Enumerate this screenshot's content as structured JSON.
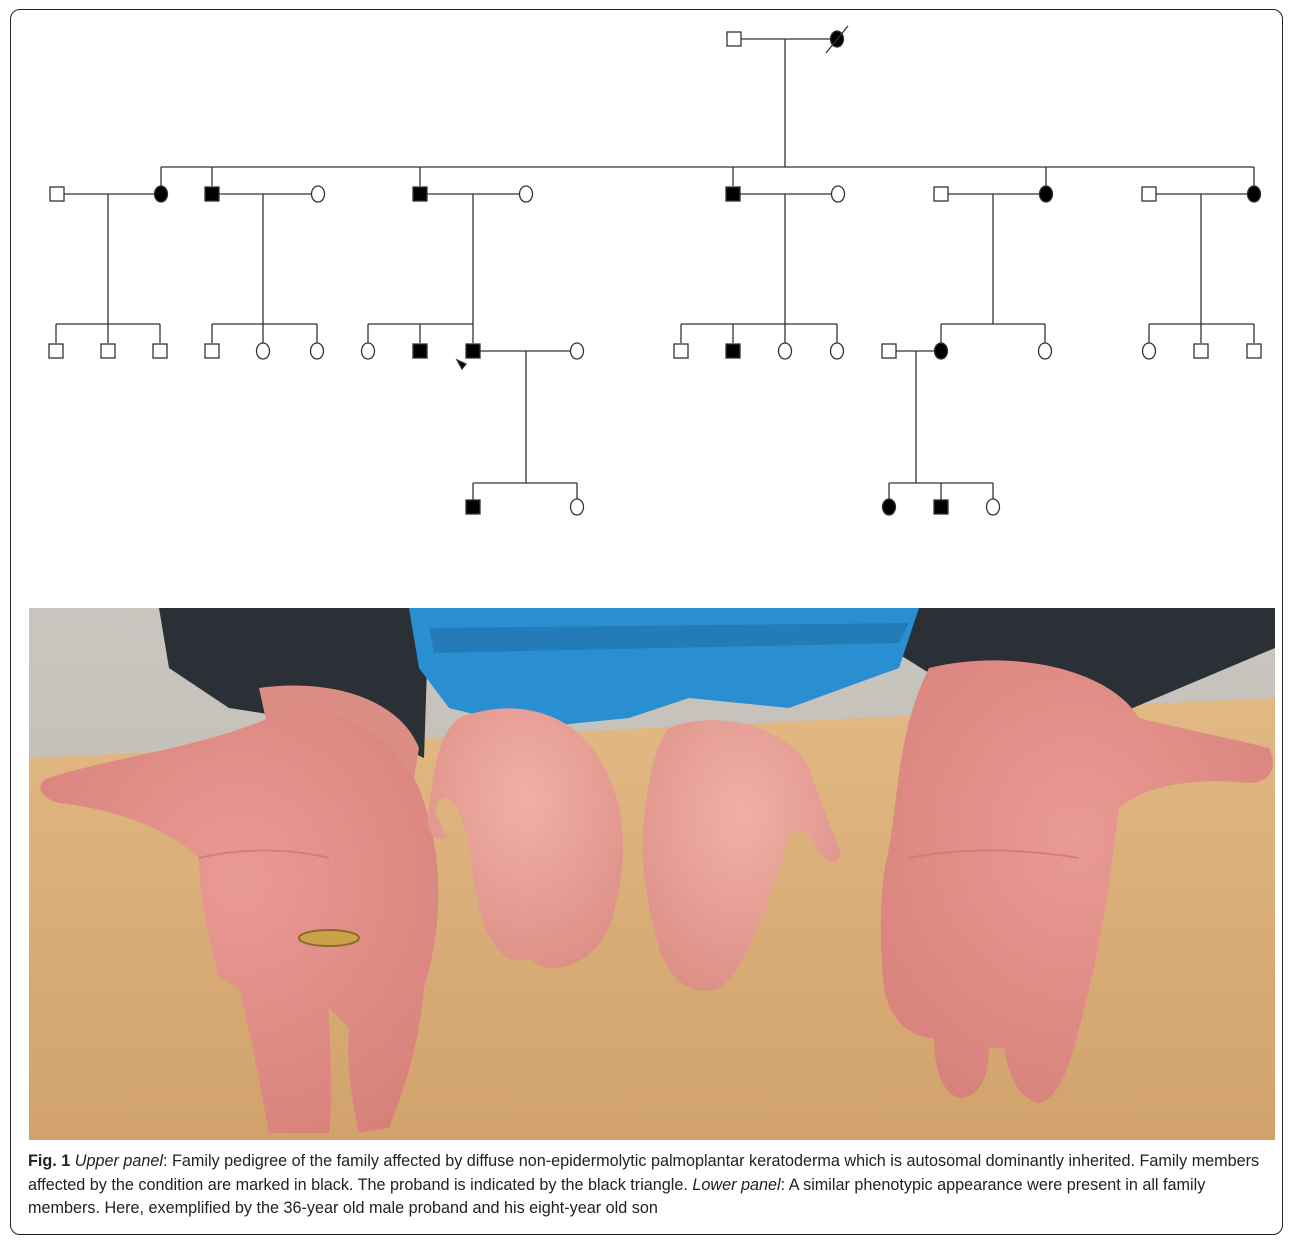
{
  "figure": {
    "label": "Fig. 1",
    "upper_panel_label": "Upper panel",
    "upper_panel_text": ": Family pedigree of the family affected by diffuse non-epidermolytic palmoplantar keratoderma which is autosomal dominantly inherited. Family members affected by the condition are marked in black. The proband is indicated by the black triangle. ",
    "lower_panel_label": "Lower panel",
    "lower_panel_text": ": A similar phenotypic appearance were present in all family members. Here, exemplified by the 36-year old male proband and his eight-year old son"
  },
  "pedigree": {
    "generations": 4,
    "affected_color": "#000000",
    "unaffected_color": "#ffffff",
    "members": [
      {
        "id": "I-1",
        "sex": "male",
        "affected": false
      },
      {
        "id": "I-2",
        "sex": "female",
        "affected": true,
        "deceased": true
      },
      {
        "id": "II-1",
        "sex": "male",
        "affected": false
      },
      {
        "id": "II-2",
        "sex": "female",
        "affected": true
      },
      {
        "id": "II-3",
        "sex": "male",
        "affected": true
      },
      {
        "id": "II-4",
        "sex": "female",
        "affected": false
      },
      {
        "id": "II-5",
        "sex": "male",
        "affected": true
      },
      {
        "id": "II-6",
        "sex": "female",
        "affected": false
      },
      {
        "id": "II-7",
        "sex": "male",
        "affected": true
      },
      {
        "id": "II-8",
        "sex": "female",
        "affected": false
      },
      {
        "id": "II-9",
        "sex": "male",
        "affected": false
      },
      {
        "id": "II-10",
        "sex": "female",
        "affected": true
      },
      {
        "id": "II-11",
        "sex": "male",
        "affected": false
      },
      {
        "id": "II-12",
        "sex": "female",
        "affected": true
      },
      {
        "id": "III-1",
        "sex": "male",
        "affected": false
      },
      {
        "id": "III-2",
        "sex": "male",
        "affected": false
      },
      {
        "id": "III-3",
        "sex": "male",
        "affected": false
      },
      {
        "id": "III-4",
        "sex": "male",
        "affected": false
      },
      {
        "id": "III-5",
        "sex": "female",
        "affected": false
      },
      {
        "id": "III-6",
        "sex": "female",
        "affected": false
      },
      {
        "id": "III-7",
        "sex": "female",
        "affected": false
      },
      {
        "id": "III-8",
        "sex": "male",
        "affected": true
      },
      {
        "id": "III-9",
        "sex": "male",
        "affected": true,
        "proband": true
      },
      {
        "id": "III-10",
        "sex": "female",
        "affected": false
      },
      {
        "id": "III-11",
        "sex": "male",
        "affected": false
      },
      {
        "id": "III-12",
        "sex": "male",
        "affected": true
      },
      {
        "id": "III-13",
        "sex": "female",
        "affected": false
      },
      {
        "id": "III-14",
        "sex": "female",
        "affected": false
      },
      {
        "id": "III-15",
        "sex": "male",
        "affected": false
      },
      {
        "id": "III-16",
        "sex": "female",
        "affected": true
      },
      {
        "id": "III-17",
        "sex": "female",
        "affected": false
      },
      {
        "id": "III-18",
        "sex": "female",
        "affected": false
      },
      {
        "id": "III-19",
        "sex": "male",
        "affected": false
      },
      {
        "id": "III-20",
        "sex": "male",
        "affected": false
      },
      {
        "id": "IV-1",
        "sex": "male",
        "affected": true
      },
      {
        "id": "IV-2",
        "sex": "female",
        "affected": false
      },
      {
        "id": "IV-3",
        "sex": "female",
        "affected": true
      },
      {
        "id": "IV-4",
        "sex": "male",
        "affected": true
      },
      {
        "id": "IV-5",
        "sex": "female",
        "affected": false
      }
    ]
  },
  "photo": {
    "subject": "four palms of an adult male and a child on a wooden table",
    "skin_color": "#e4928c",
    "table_color": "#d9ad78",
    "sleeve_color": "#2b2f36",
    "child_sleeve_color": "#2a8fd0"
  }
}
